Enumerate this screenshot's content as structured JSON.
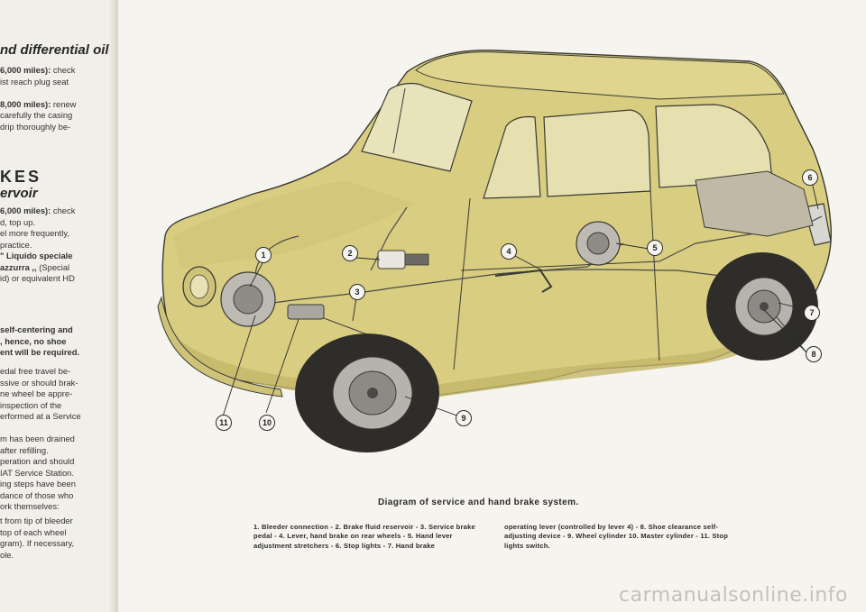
{
  "left_page": {
    "heading_oil": "nd differential oil",
    "oil_lines": [
      {
        "bold": "6,000 miles):",
        "text": " check"
      },
      {
        "bold": "",
        "text": "ist  reach  plug  seat"
      },
      {
        "bold": "",
        "text": ""
      },
      {
        "bold": "8,000 miles):",
        "text": " renew"
      },
      {
        "bold": "",
        "text": "carefully  the  casing"
      },
      {
        "bold": "",
        "text": " drip  thoroughly  be-"
      }
    ],
    "heading_brakes": "KES",
    "heading_reservoir": "ervoir",
    "reservoir_lines": [
      {
        "bold": "6,000 miles):",
        "text": " check"
      },
      {
        "bold": "",
        "text": "d, top up."
      },
      {
        "bold": "",
        "text": "el  more  frequently,"
      },
      {
        "bold": "",
        "text": " practice."
      },
      {
        "bold": "\" Liquido speciale",
        "text": ""
      },
      {
        "bold": "azzurra ,,",
        "text": "  (Special"
      },
      {
        "bold": "",
        "text": "id) or equivalent HD"
      }
    ],
    "selfcentering_lines": [
      {
        "bold": "self-centering  and",
        "text": ""
      },
      {
        "bold": ",  hence,  no  shoe",
        "text": ""
      },
      {
        "bold": "ent will be required.",
        "text": ""
      }
    ],
    "pedal_lines": [
      {
        "bold": "",
        "text": "edal  free  travel  be-"
      },
      {
        "bold": "",
        "text": "ssive or should brak-"
      },
      {
        "bold": "",
        "text": "ne  wheel  be  appre-"
      },
      {
        "bold": "",
        "text": "  inspection  of  the"
      },
      {
        "bold": "",
        "text": "erformed at a Service"
      }
    ],
    "drain_lines": [
      {
        "bold": "",
        "text": "m  has  been  drained"
      },
      {
        "bold": "",
        "text": "  after  refilling."
      },
      {
        "bold": "",
        "text": "peration  and  should"
      },
      {
        "bold": "",
        "text": "IAT  Service  Station."
      },
      {
        "bold": "",
        "text": "ing  steps  have  been"
      },
      {
        "bold": "",
        "text": "dance  of  those  who"
      },
      {
        "bold": "",
        "text": "ork themselves:"
      }
    ],
    "bleeder_lines": [
      {
        "bold": "",
        "text": "t  from  tip  of  bleeder"
      },
      {
        "bold": "",
        "text": "top  of  each  wheel"
      },
      {
        "bold": "",
        "text": "gram).  If  necessary,"
      },
      {
        "bold": "",
        "text": "ole."
      }
    ]
  },
  "diagram": {
    "callouts": [
      "1",
      "2",
      "3",
      "4",
      "5",
      "6",
      "7",
      "8",
      "9",
      "10",
      "11"
    ],
    "colors": {
      "body": "#d9cd82",
      "body_shadow": "#c4b668",
      "outline": "#3a3a32",
      "tyre": "#2e2d2a",
      "hub": "#b5b3ae"
    }
  },
  "caption": {
    "title": "Diagram  of  service  and  hand  brake  system.",
    "col1": "1.  Bleeder  connection  -  2.  Brake  fluid  reservoir  -  3.  Service brake  pedal  -  4.  Lever,  hand  brake  on  rear  wheels  -  5.  Hand lever  adjustment  stretchers  -  6.  Stop  lights  -  7.  Hand  brake",
    "col2": "operating  lever  (controlled  by  lever  4)  -  8.  Shoe  clearance self-adjusting  device  -  9.  Wheel  cylinder   10.  Master  cylinder  - 11.  Stop  lights  switch."
  },
  "watermark": "carmanualsonline.info"
}
